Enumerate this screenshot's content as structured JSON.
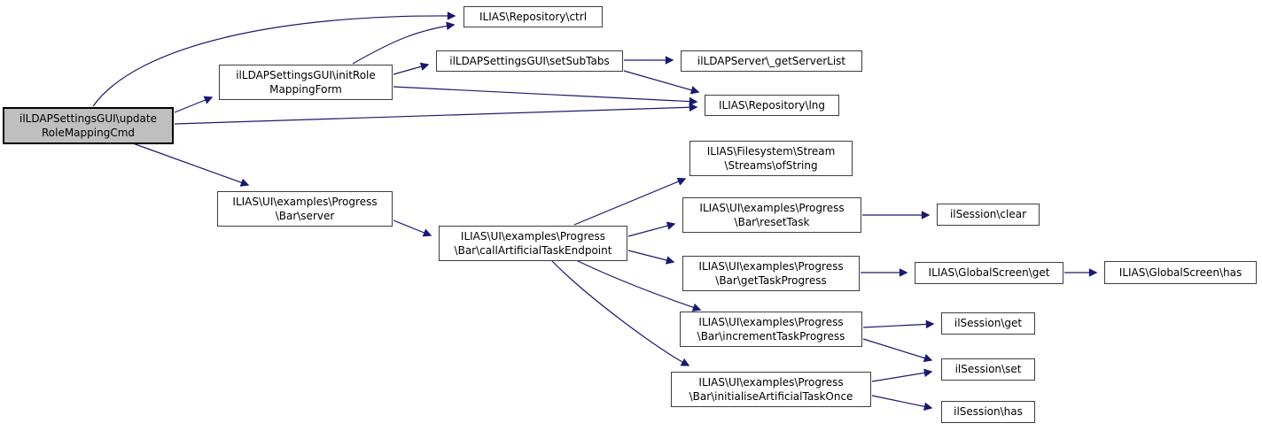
{
  "diagram": {
    "type": "call-graph",
    "colors": {
      "edge": "#191970",
      "node_border": "#3d3d3d",
      "node_fill": "#ffffff",
      "highlight_node_fill": "#bfbfbf",
      "text": "#000000",
      "background": "#ffffff"
    },
    "nodes": [
      {
        "id": "updateRoleMappingCmd",
        "label": "ilLDAPSettingsGUI\\update\nRoleMappingCmd",
        "highlighted": true
      },
      {
        "id": "repositoryCtrl",
        "label": "ILIAS\\Repository\\ctrl",
        "highlighted": false
      },
      {
        "id": "initRoleMappingForm",
        "label": "ilLDAPSettingsGUI\\initRole\nMappingForm",
        "highlighted": false
      },
      {
        "id": "setSubTabs",
        "label": "ilLDAPSettingsGUI\\setSubTabs",
        "highlighted": false
      },
      {
        "id": "getServerList",
        "label": "ilLDAPServer\\_getServerList",
        "highlighted": false
      },
      {
        "id": "repositoryLng",
        "label": "ILIAS\\Repository\\lng",
        "highlighted": false
      },
      {
        "id": "progressBarServer",
        "label": "ILIAS\\UI\\examples\\Progress\n\\Bar\\server",
        "highlighted": false
      },
      {
        "id": "callArtificialTaskEndpoint",
        "label": "ILIAS\\UI\\examples\\Progress\n\\Bar\\callArtificialTaskEndpoint",
        "highlighted": false
      },
      {
        "id": "streamsOfString",
        "label": "ILIAS\\Filesystem\\Stream\n\\Streams\\ofString",
        "highlighted": false
      },
      {
        "id": "resetTask",
        "label": "ILIAS\\UI\\examples\\Progress\n\\Bar\\resetTask",
        "highlighted": false
      },
      {
        "id": "sessionClear",
        "label": "ilSession\\clear",
        "highlighted": false
      },
      {
        "id": "getTaskProgress",
        "label": "ILIAS\\UI\\examples\\Progress\n\\Bar\\getTaskProgress",
        "highlighted": false
      },
      {
        "id": "globalScreenGet",
        "label": "ILIAS\\GlobalScreen\\get",
        "highlighted": false
      },
      {
        "id": "globalScreenHas",
        "label": "ILIAS\\GlobalScreen\\has",
        "highlighted": false
      },
      {
        "id": "incrementTaskProgress",
        "label": "ILIAS\\UI\\examples\\Progress\n\\Bar\\incrementTaskProgress",
        "highlighted": false
      },
      {
        "id": "sessionGet",
        "label": "ilSession\\get",
        "highlighted": false
      },
      {
        "id": "sessionSet",
        "label": "ilSession\\set",
        "highlighted": false
      },
      {
        "id": "initialiseArtificialTaskOnce",
        "label": "ILIAS\\UI\\examples\\Progress\n\\Bar\\initialiseArtificialTaskOnce",
        "highlighted": false
      },
      {
        "id": "sessionHas",
        "label": "ilSession\\has",
        "highlighted": false
      }
    ],
    "edges": [
      {
        "from": "updateRoleMappingCmd",
        "to": "repositoryCtrl"
      },
      {
        "from": "updateRoleMappingCmd",
        "to": "initRoleMappingForm"
      },
      {
        "from": "updateRoleMappingCmd",
        "to": "repositoryLng"
      },
      {
        "from": "updateRoleMappingCmd",
        "to": "progressBarServer"
      },
      {
        "from": "initRoleMappingForm",
        "to": "repositoryCtrl"
      },
      {
        "from": "initRoleMappingForm",
        "to": "setSubTabs"
      },
      {
        "from": "initRoleMappingForm",
        "to": "repositoryLng"
      },
      {
        "from": "setSubTabs",
        "to": "getServerList"
      },
      {
        "from": "setSubTabs",
        "to": "repositoryLng"
      },
      {
        "from": "progressBarServer",
        "to": "callArtificialTaskEndpoint"
      },
      {
        "from": "callArtificialTaskEndpoint",
        "to": "streamsOfString"
      },
      {
        "from": "callArtificialTaskEndpoint",
        "to": "resetTask"
      },
      {
        "from": "callArtificialTaskEndpoint",
        "to": "getTaskProgress"
      },
      {
        "from": "callArtificialTaskEndpoint",
        "to": "incrementTaskProgress"
      },
      {
        "from": "callArtificialTaskEndpoint",
        "to": "initialiseArtificialTaskOnce"
      },
      {
        "from": "resetTask",
        "to": "sessionClear"
      },
      {
        "from": "getTaskProgress",
        "to": "globalScreenGet"
      },
      {
        "from": "globalScreenGet",
        "to": "globalScreenHas"
      },
      {
        "from": "incrementTaskProgress",
        "to": "sessionGet"
      },
      {
        "from": "incrementTaskProgress",
        "to": "sessionSet"
      },
      {
        "from": "initialiseArtificialTaskOnce",
        "to": "sessionSet"
      },
      {
        "from": "initialiseArtificialTaskOnce",
        "to": "sessionHas"
      }
    ]
  }
}
